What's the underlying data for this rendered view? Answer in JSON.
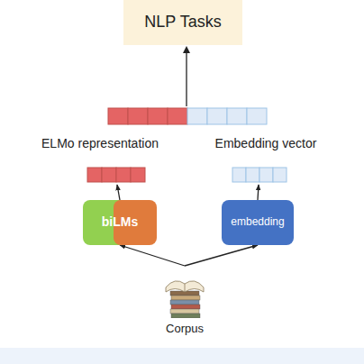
{
  "diagram": {
    "nodes": [
      {
        "text": [
          "NLP Tasks"
        ]
      },
      {
        "text": [
          "ELMo representation"
        ]
      },
      {
        "text": [
          "Embedding vector"
        ]
      },
      {
        "text": [
          "biLMs"
        ]
      },
      {
        "text": [
          "embedding"
        ]
      },
      {
        "text": [
          "Corpus"
        ]
      }
    ],
    "edges": [
      {
        "from": 3,
        "to": 1,
        "arrow": "to"
      },
      {
        "from": 4,
        "to": 2,
        "arrow": "to"
      },
      {
        "from": 5,
        "to": 3,
        "arrow": "to"
      },
      {
        "from": 5,
        "to": 4,
        "arrow": "to"
      }
    ]
  }
}
